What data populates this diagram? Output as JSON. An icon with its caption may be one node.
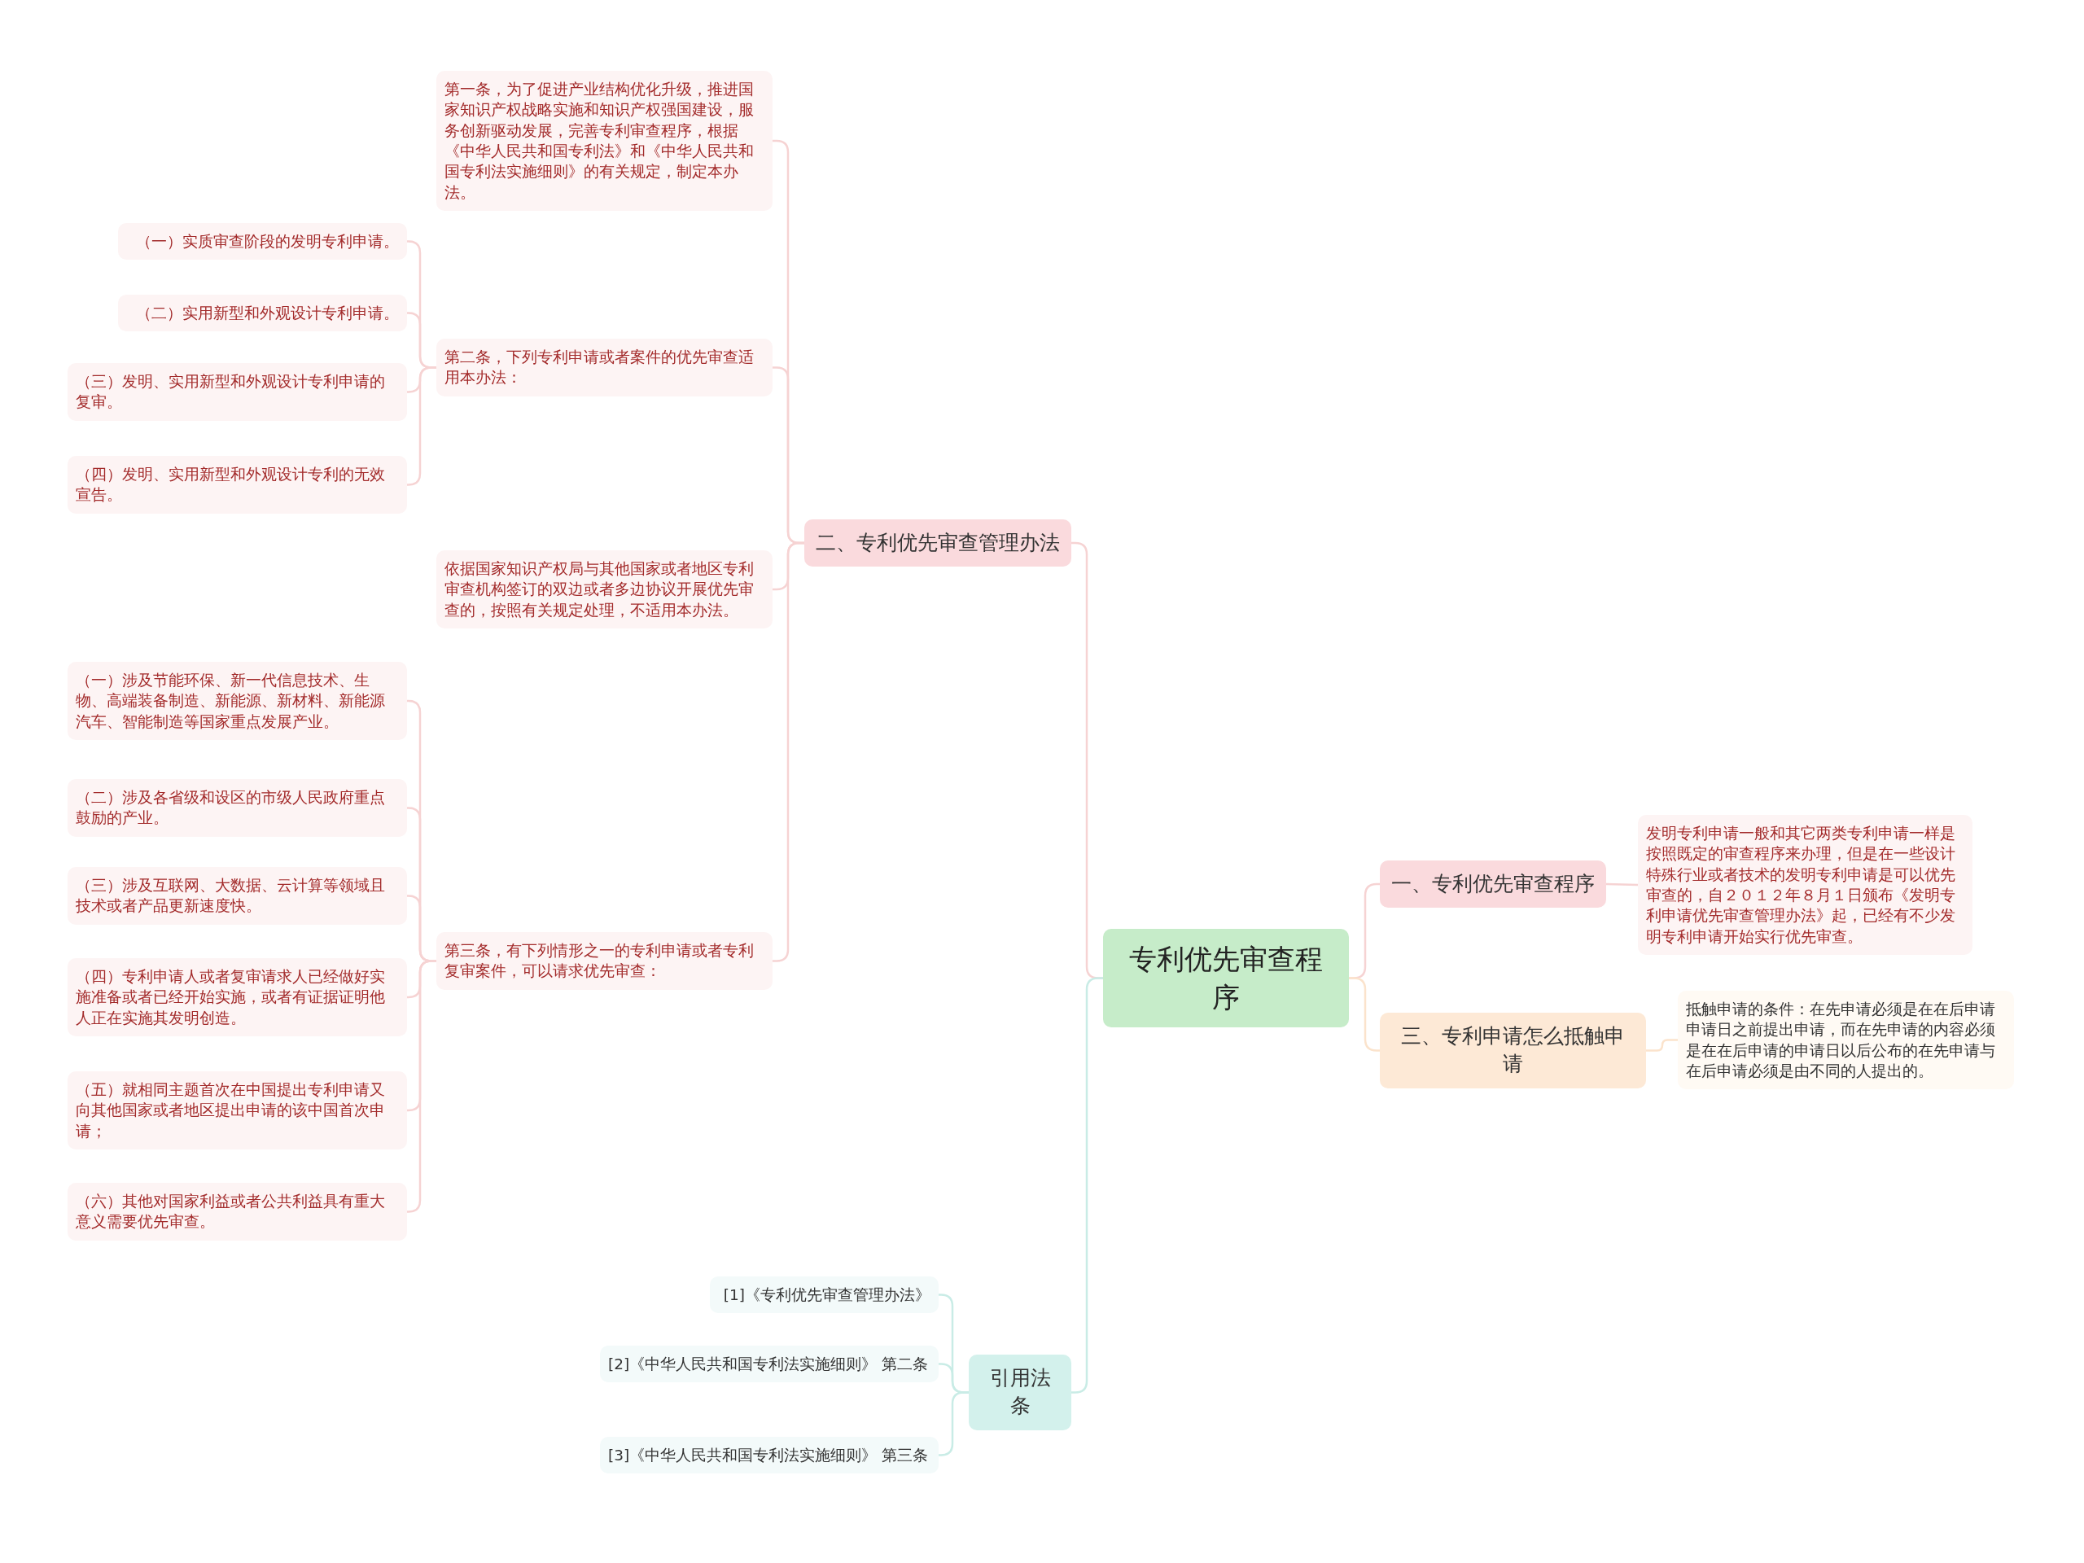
{
  "diagram": {
    "nodes": [
      {
        "text": [
          "专利优先审查程序"
        ]
      },
      {
        "text": [
          "一、专利优先审查程序"
        ]
      },
      {
        "text": [
          "发明专利申请一般和其它两类专利申请一样是按照既定的审查程序来办理，但是在一些设计特殊行业或者技术的发明专利申请是可以优先审查的，自２０１２年８月１日颁布《发明专利申请优先审查管理办法》起，已经有不少发明专利申请开始实行优先审查。"
        ]
      },
      {
        "text": [
          "三、专利申请怎么抵触申请"
        ]
      },
      {
        "text": [
          "抵触申请的条件：在先申请必须是在在后申请申请日之前提出申请，而在先申请的内容必须是在在后申请的申请日以后公布的在先申请与在后申请必须是由不同的人提出的。"
        ]
      },
      {
        "text": [
          "二、专利优先审查管理办法"
        ]
      },
      {
        "text": [
          "第一条，为了促进产业结构优化升级，推进国家知识产权战略实施和知识产权强国建设，服务创新驱动发展，完善专利审查程序，根据《中华人民共和国专利法》和《中华人民共和国专利法实施细则》的有关规定，制定本办法。"
        ]
      },
      {
        "text": [
          "第二条，下列专利申请或者案件的优先审查适用本办法："
        ]
      },
      {
        "text": [
          "（一）实质审查阶段的发明专利申请。"
        ]
      },
      {
        "text": [
          "（二）实用新型和外观设计专利申请。"
        ]
      },
      {
        "text": [
          "（三）发明、实用新型和外观设计专利申请的复审。"
        ]
      },
      {
        "text": [
          "（四）发明、实用新型和外观设计专利的无效宣告。"
        ]
      },
      {
        "text": [
          "依据国家知识产权局与其他国家或者地区专利审查机构签订的双边或者多边协议开展优先审查的，按照有关规定处理，不适用本办法。"
        ]
      },
      {
        "text": [
          "第三条，有下列情形之一的专利申请或者专利复审案件，可以请求优先审查："
        ]
      },
      {
        "text": [
          "（一）涉及节能环保、新一代信息技术、生物、高端装备制造、新能源、新材料、新能源汽车、智能制造等国家重点发展产业。"
        ]
      },
      {
        "text": [
          "（二）涉及各省级和设区的市级人民政府重点鼓励的产业。"
        ]
      },
      {
        "text": [
          "（三）涉及互联网、大数据、云计算等领域且技术或者产品更新速度快。"
        ]
      },
      {
        "text": [
          "（四）专利申请人或者复审请求人已经做好实施准备或者已经开始实施，或者有证据证明他人正在实施其发明创造。"
        ]
      },
      {
        "text": [
          "（五）就相同主题首次在中国提出专利申请又向其他国家或者地区提出申请的该中国首次申请；"
        ]
      },
      {
        "text": [
          "（六）其他对国家利益或者公共利益具有重大意义需要优先审查。"
        ]
      },
      {
        "text": [
          "引用法条"
        ]
      },
      {
        "text": [
          "[1]《专利优先审查管理办法》"
        ]
      },
      {
        "text": [
          "[2]《中华人民共和国专利法实施细则》 第二条"
        ]
      },
      {
        "text": [
          "[3]《中华人民共和国专利法实施细则》 第三条"
        ]
      }
    ],
    "edges": [
      {
        "from": 0,
        "to": 1,
        "arrow": "none"
      },
      {
        "from": 1,
        "to": 2,
        "arrow": "none"
      },
      {
        "from": 0,
        "to": 3,
        "arrow": "none",
        "color": "#fbe3cc"
      },
      {
        "from": 3,
        "to": 4,
        "arrow": "none",
        "color": "#fbe3cc"
      },
      {
        "from": 0,
        "to": 5,
        "arrow": "none"
      },
      {
        "from": 5,
        "to": 6,
        "arrow": "none"
      },
      {
        "from": 5,
        "to": 7,
        "arrow": "none"
      },
      {
        "from": 7,
        "to": 8,
        "arrow": "none"
      },
      {
        "from": 7,
        "to": 9,
        "arrow": "none"
      },
      {
        "from": 7,
        "to": 10,
        "arrow": "none"
      },
      {
        "from": 7,
        "to": 11,
        "arrow": "none"
      },
      {
        "from": 5,
        "to": 12,
        "arrow": "none"
      },
      {
        "from": 5,
        "to": 13,
        "arrow": "none"
      },
      {
        "from": 13,
        "to": 14,
        "arrow": "none"
      },
      {
        "from": 13,
        "to": 15,
        "arrow": "none"
      },
      {
        "from": 13,
        "to": 16,
        "arrow": "none"
      },
      {
        "from": 13,
        "to": 17,
        "arrow": "none"
      },
      {
        "from": 13,
        "to": 18,
        "arrow": "none"
      },
      {
        "from": 13,
        "to": 19,
        "arrow": "none"
      },
      {
        "from": 0,
        "to": 20,
        "arrow": "none",
        "color": "#c9ece6"
      },
      {
        "from": 20,
        "to": 21,
        "arrow": "none",
        "color": "#c9ece6"
      },
      {
        "from": 20,
        "to": 22,
        "arrow": "none",
        "color": "#c9ece6"
      },
      {
        "from": 20,
        "to": 23,
        "arrow": "none",
        "color": "#c9ece6"
      }
    ]
  }
}
